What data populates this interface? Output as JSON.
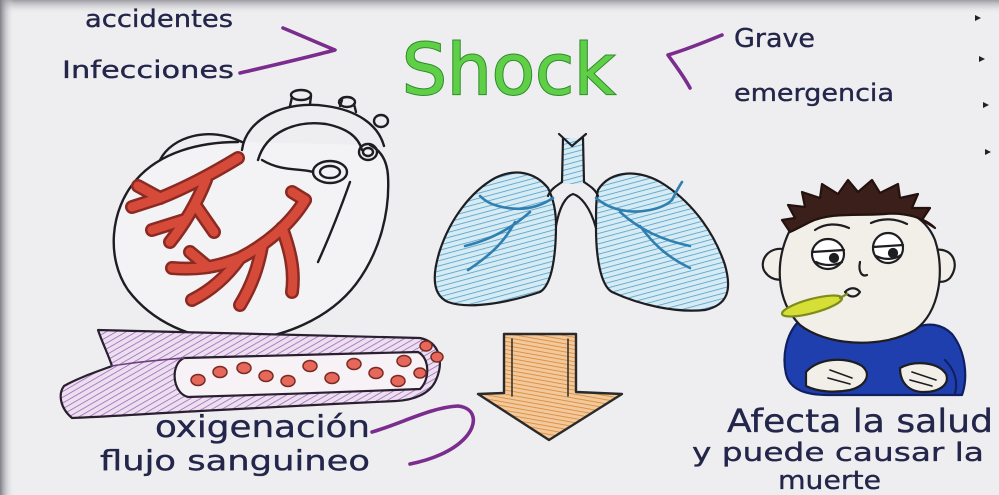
{
  "title": "Shock",
  "causes": {
    "first": "accidentes",
    "second": "Infecciones"
  },
  "traits": {
    "first": "Grave",
    "second": "emergencia"
  },
  "effects": {
    "oxygenation": "oxigenación",
    "blood_flow": "flujo sanguineo"
  },
  "consequence": {
    "line1": "Afecta la salud",
    "line2": "y puede causar la",
    "line3": "muerte"
  },
  "colors": {
    "paper": "#eeeef0",
    "ink": "#23264a",
    "title_fill": "#5fcf47",
    "title_outline": "#2f8c2c",
    "arrows": "#7b2d8e",
    "heart_veins": "#d64a3a",
    "lungs": "#4f9fc9",
    "blood_vessel_wall": "#9a5fb2",
    "blood_cells": "#e5685a",
    "down_arrow": "#d9852f",
    "shirt": "#1f3fae",
    "hair": "#3a1f1a",
    "thermometer": "#d6df36"
  }
}
